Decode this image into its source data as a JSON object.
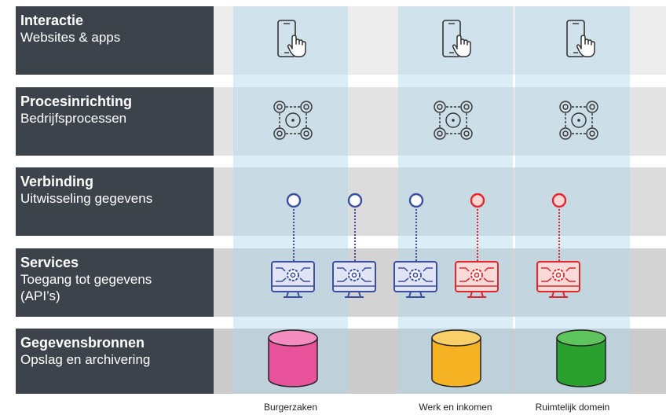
{
  "layers": [
    {
      "title": "Interactie",
      "subtitle": "Websites & apps"
    },
    {
      "title": "Procesinrichting",
      "subtitle": "Bedrijfsprocessen"
    },
    {
      "title": "Verbinding",
      "subtitle": "Uitwisseling gegevens"
    },
    {
      "title": "Services",
      "subtitle": "Toegang tot gegevens (API’s)"
    },
    {
      "title": "Gegevensbronnen",
      "subtitle": "Opslag en archivering"
    }
  ],
  "domains": [
    {
      "label": "Burgerzaken",
      "color": "#e8529a"
    },
    {
      "label": "Werk en inkomen",
      "color": "#f5b323"
    },
    {
      "label": "Ruimtelijk domein",
      "color": "#2aa12e"
    }
  ],
  "icons": {
    "app": "phone-tap-icon",
    "process": "gears-network-icon",
    "connector": "connector-node-icon",
    "api": "monitor-gear-icon",
    "database": "database-cylinder-icon"
  },
  "colors": {
    "blue": "#3a4fa0",
    "red": "#e3262b",
    "label_bg": "#3d434b",
    "column": "#b0d8ea"
  }
}
